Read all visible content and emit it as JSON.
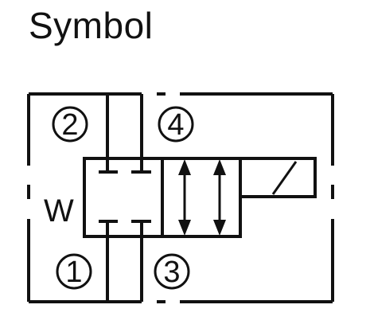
{
  "title": "Symbol",
  "ports": {
    "port_1": "1",
    "port_2": "2",
    "port_3": "3",
    "port_4": "4"
  },
  "spring_label": "W"
}
